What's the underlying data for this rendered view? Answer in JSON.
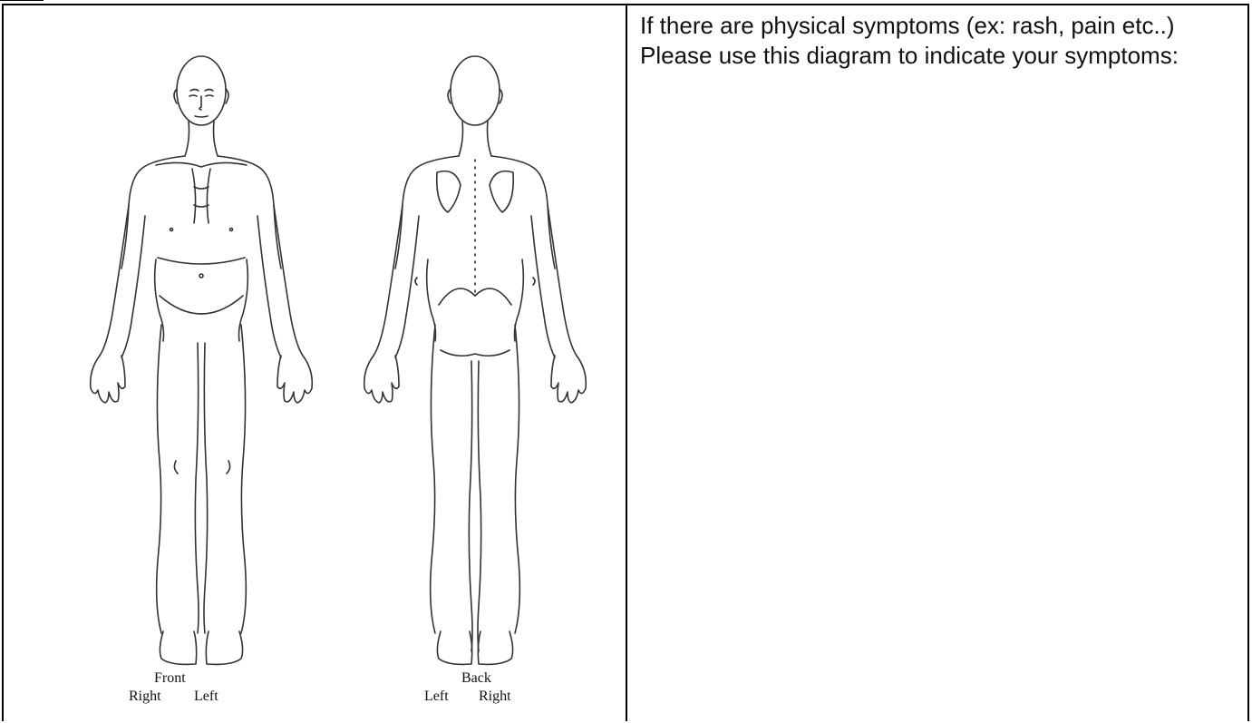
{
  "instructions": {
    "line1": "If there are physical symptoms (ex: rash, pain etc..)",
    "line2": "Please use this diagram to indicate your symptoms:"
  },
  "diagram": {
    "front": {
      "title": "Front",
      "side_left_label": "Right",
      "side_right_label": "Left"
    },
    "back": {
      "title": "Back",
      "side_left_label": "Left",
      "side_right_label": "Right"
    },
    "line_color": "#333333"
  }
}
